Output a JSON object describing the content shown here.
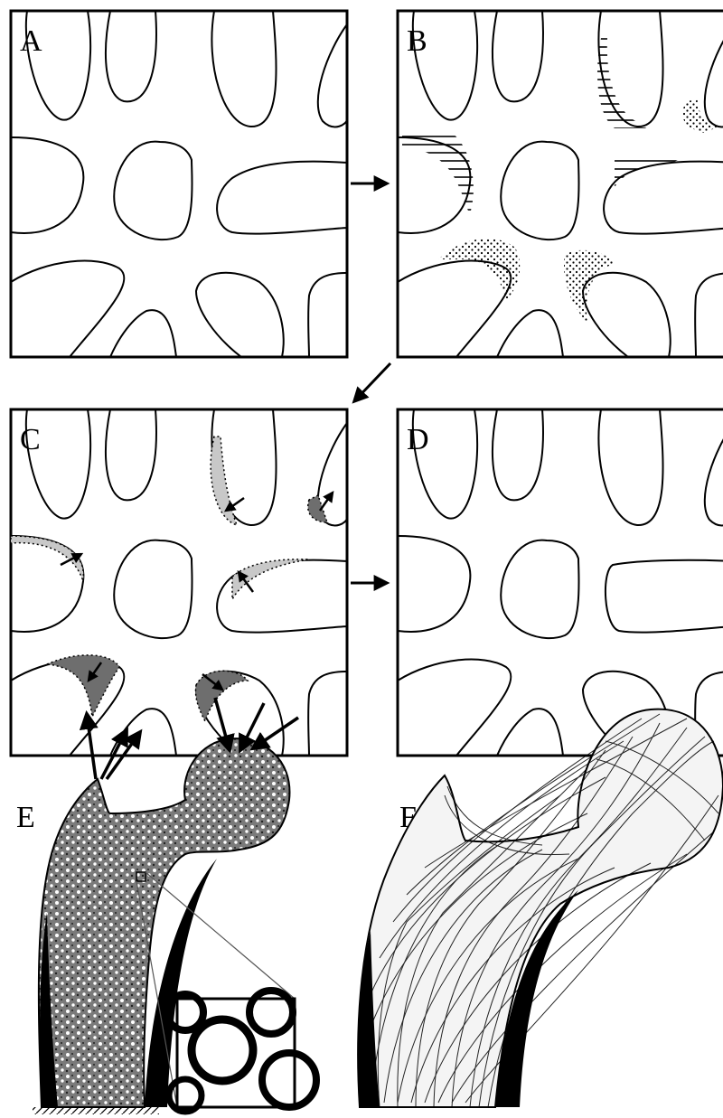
{
  "panels": {
    "a": {
      "label": "A"
    },
    "b": {
      "label": "B"
    },
    "c": {
      "label": "C"
    },
    "d": {
      "label": "D"
    },
    "e": {
      "label": "E"
    },
    "f": {
      "label": "F"
    }
  },
  "colors": {
    "stroke": "#000000",
    "resorption_fill": "#c8c8c8",
    "formation_fill": "#6e6e6e",
    "bone_texture": "#8a8a8a"
  }
}
